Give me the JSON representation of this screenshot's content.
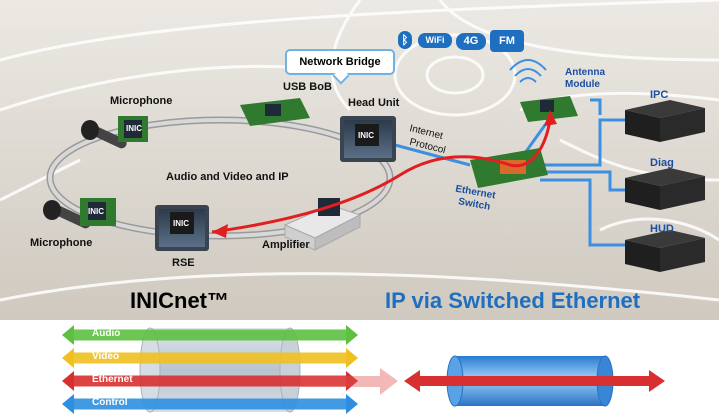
{
  "bubble": {
    "network_bridge": "Network Bridge"
  },
  "labels": {
    "microphone_top": "Microphone",
    "microphone_bottom": "Microphone",
    "usb_bob": "USB BoB",
    "head_unit": "Head Unit",
    "internet_protocol_1": "Internet",
    "internet_protocol_2": "Protocol",
    "av_ip": "Audio and Video and IP",
    "amplifier": "Amplifier",
    "rse": "RSE",
    "antenna_1": "Antenna",
    "antenna_2": "Module",
    "ethernet_switch_1": "Ethernet",
    "ethernet_switch_2": "Switch",
    "ipc": "IPC",
    "diag": "Diag",
    "hud": "HUD",
    "chip": "INIC"
  },
  "titles": {
    "inicnet": "INICnet™",
    "ip_switched": "IP via Switched Ethernet"
  },
  "badges": {
    "wifi": "WiFi",
    "g4": "4G",
    "fm": "FM"
  },
  "cable": {
    "items": [
      {
        "label": "Audio",
        "color": "#5cc040"
      },
      {
        "label": "Video",
        "color": "#f0c020"
      },
      {
        "label": "Ethernet",
        "color": "#d83030"
      },
      {
        "label": "Control",
        "color": "#2e8fe0"
      }
    ]
  },
  "colors": {
    "ring": "#bfbfbf",
    "ethernet_line": "#3d8fe0",
    "signal_path": "#e02020",
    "title_blue": "#1f6fc0",
    "background_scene": "#d8d3cb"
  }
}
